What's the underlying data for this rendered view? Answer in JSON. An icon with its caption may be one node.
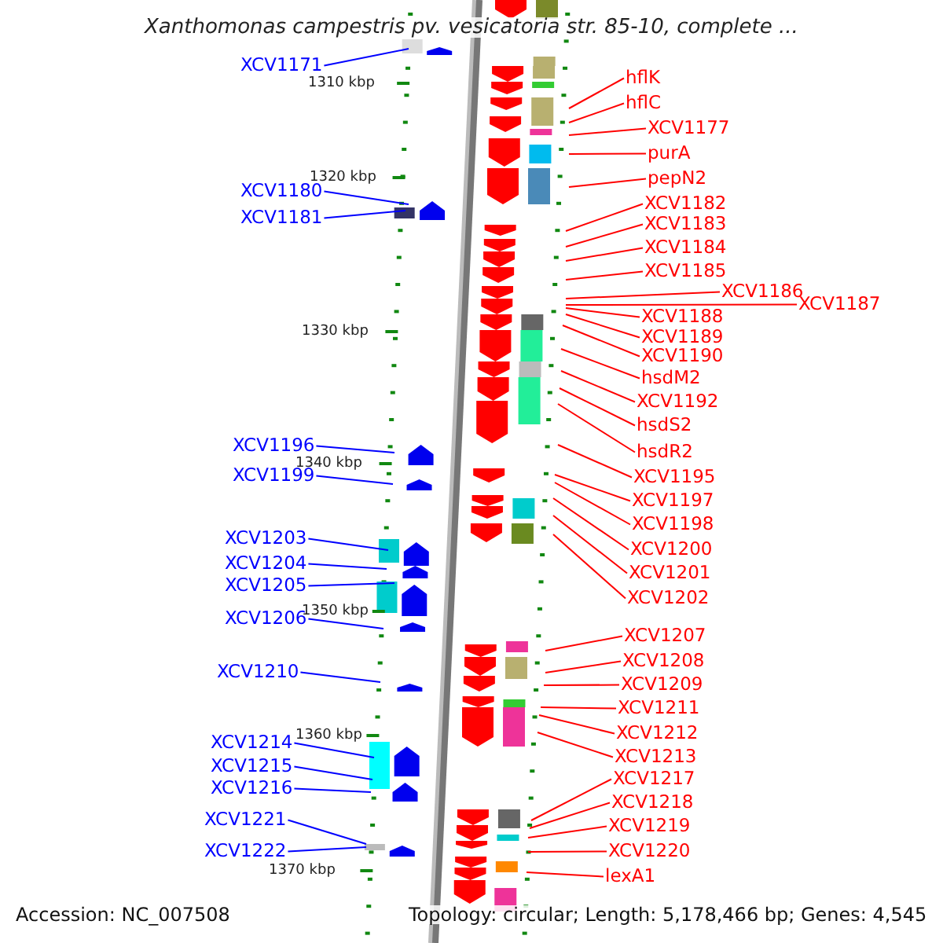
{
  "diagram": {
    "title": "Xanthomonas campestris pv. vesicatoria str. 85-10, complete ...",
    "nodes": [
      {
        "text": [
          "XCV1171"
        ]
      },
      {
        "text": [
          "XCV1180"
        ]
      },
      {
        "text": [
          "XCV1181"
        ]
      },
      {
        "text": [
          "XCV1196"
        ]
      },
      {
        "text": [
          "XCV1199"
        ]
      },
      {
        "text": [
          "XCV1203"
        ]
      },
      {
        "text": [
          "XCV1204"
        ]
      },
      {
        "text": [
          "XCV1205"
        ]
      },
      {
        "text": [
          "XCV1206"
        ]
      },
      {
        "text": [
          "XCV1210"
        ]
      },
      {
        "text": [
          "XCV1214"
        ]
      },
      {
        "text": [
          "XCV1215"
        ]
      },
      {
        "text": [
          "XCV1216"
        ]
      },
      {
        "text": [
          "XCV1221"
        ]
      },
      {
        "text": [
          "XCV1222"
        ]
      },
      {
        "text": [
          "hflK"
        ]
      },
      {
        "text": [
          "hflC"
        ]
      },
      {
        "text": [
          "XCV1177"
        ]
      },
      {
        "text": [
          "purA"
        ]
      },
      {
        "text": [
          "pepN2"
        ]
      },
      {
        "text": [
          "XCV1182"
        ]
      },
      {
        "text": [
          "XCV1183"
        ]
      },
      {
        "text": [
          "XCV1184"
        ]
      },
      {
        "text": [
          "XCV1185"
        ]
      },
      {
        "text": [
          "XCV1186"
        ]
      },
      {
        "text": [
          "XCV1187"
        ]
      },
      {
        "text": [
          "XCV1188"
        ]
      },
      {
        "text": [
          "XCV1189"
        ]
      },
      {
        "text": [
          "XCV1190"
        ]
      },
      {
        "text": [
          "hsdM2"
        ]
      },
      {
        "text": [
          "XCV1192"
        ]
      },
      {
        "text": [
          "hsdS2"
        ]
      },
      {
        "text": [
          "hsdR2"
        ]
      },
      {
        "text": [
          "XCV1195"
        ]
      },
      {
        "text": [
          "XCV1197"
        ]
      },
      {
        "text": [
          "XCV1198"
        ]
      },
      {
        "text": [
          "XCV1200"
        ]
      },
      {
        "text": [
          "XCV1201"
        ]
      },
      {
        "text": [
          "XCV1202"
        ]
      },
      {
        "text": [
          "XCV1207"
        ]
      },
      {
        "text": [
          "XCV1208"
        ]
      },
      {
        "text": [
          "XCV1209"
        ]
      },
      {
        "text": [
          "XCV1211"
        ]
      },
      {
        "text": [
          "XCV1212"
        ]
      },
      {
        "text": [
          "XCV1213"
        ]
      },
      {
        "text": [
          "XCV1217"
        ]
      },
      {
        "text": [
          "XCV1218"
        ]
      },
      {
        "text": [
          "XCV1219"
        ]
      },
      {
        "text": [
          "XCV1220"
        ]
      },
      {
        "text": [
          "lexA1"
        ]
      }
    ],
    "edges": [
      {
        "from": 0,
        "to": null,
        "arrow": "none",
        "color": "#0000ff"
      },
      {
        "from": 1,
        "to": null,
        "arrow": "none",
        "color": "#0000ff"
      },
      {
        "from": 2,
        "to": null,
        "arrow": "none",
        "color": "#0000ff"
      },
      {
        "from": 3,
        "to": null,
        "arrow": "none",
        "color": "#0000ff"
      },
      {
        "from": 4,
        "to": null,
        "arrow": "none",
        "color": "#0000ff"
      },
      {
        "from": 5,
        "to": null,
        "arrow": "none",
        "color": "#0000ff"
      },
      {
        "from": 6,
        "to": null,
        "arrow": "none",
        "color": "#0000ff"
      },
      {
        "from": 7,
        "to": null,
        "arrow": "none",
        "color": "#0000ff"
      },
      {
        "from": 8,
        "to": null,
        "arrow": "none",
        "color": "#0000ff"
      },
      {
        "from": 9,
        "to": null,
        "arrow": "none",
        "color": "#0000ff"
      },
      {
        "from": 10,
        "to": null,
        "arrow": "none",
        "color": "#0000ff"
      },
      {
        "from": 11,
        "to": null,
        "arrow": "none",
        "color": "#0000ff"
      },
      {
        "from": 12,
        "to": null,
        "arrow": "none",
        "color": "#0000ff"
      },
      {
        "from": 13,
        "to": null,
        "arrow": "none",
        "color": "#0000ff"
      },
      {
        "from": 14,
        "to": null,
        "arrow": "none",
        "color": "#0000ff"
      },
      {
        "from": 15,
        "to": null,
        "arrow": "none"
      },
      {
        "from": 16,
        "to": null,
        "arrow": "none"
      },
      {
        "from": 17,
        "to": null,
        "arrow": "none"
      },
      {
        "from": 18,
        "to": null,
        "arrow": "none"
      },
      {
        "from": 19,
        "to": null,
        "arrow": "none"
      },
      {
        "from": 20,
        "to": null,
        "arrow": "none"
      },
      {
        "from": 21,
        "to": null,
        "arrow": "none"
      },
      {
        "from": 22,
        "to": null,
        "arrow": "none"
      },
      {
        "from": 23,
        "to": null,
        "arrow": "none"
      },
      {
        "from": 24,
        "to": null,
        "arrow": "none"
      },
      {
        "from": 25,
        "to": null,
        "arrow": "none"
      },
      {
        "from": 26,
        "to": null,
        "arrow": "none"
      },
      {
        "from": 27,
        "to": null,
        "arrow": "none"
      },
      {
        "from": 28,
        "to": null,
        "arrow": "none"
      },
      {
        "from": 29,
        "to": null,
        "arrow": "none"
      },
      {
        "from": 30,
        "to": null,
        "arrow": "none"
      },
      {
        "from": 31,
        "to": null,
        "arrow": "none"
      },
      {
        "from": 32,
        "to": null,
        "arrow": "none"
      },
      {
        "from": 33,
        "to": null,
        "arrow": "none"
      },
      {
        "from": 34,
        "to": null,
        "arrow": "none"
      },
      {
        "from": 35,
        "to": null,
        "arrow": "none"
      },
      {
        "from": 36,
        "to": null,
        "arrow": "none"
      },
      {
        "from": 37,
        "to": null,
        "arrow": "none"
      },
      {
        "from": 38,
        "to": null,
        "arrow": "none"
      },
      {
        "from": 39,
        "to": null,
        "arrow": "none"
      },
      {
        "from": 40,
        "to": null,
        "arrow": "none"
      },
      {
        "from": 41,
        "to": null,
        "arrow": "none"
      },
      {
        "from": 42,
        "to": null,
        "arrow": "none"
      },
      {
        "from": 43,
        "to": null,
        "arrow": "none"
      },
      {
        "from": 44,
        "to": null,
        "arrow": "none"
      },
      {
        "from": 45,
        "to": null,
        "arrow": "none"
      },
      {
        "from": 46,
        "to": null,
        "arrow": "none"
      },
      {
        "from": 47,
        "to": null,
        "arrow": "none"
      },
      {
        "from": 48,
        "to": null,
        "arrow": "none"
      },
      {
        "from": 49,
        "to": null,
        "arrow": "none"
      }
    ],
    "labels": [
      "1310 kbp",
      "1320 kbp",
      "1330 kbp",
      "1340 kbp",
      "1350 kbp",
      "1360 kbp",
      "1370 kbp",
      "Accession: NC_007508",
      "Topology: circular; Length: 5,178,466 bp; Genes: 4,545"
    ]
  }
}
